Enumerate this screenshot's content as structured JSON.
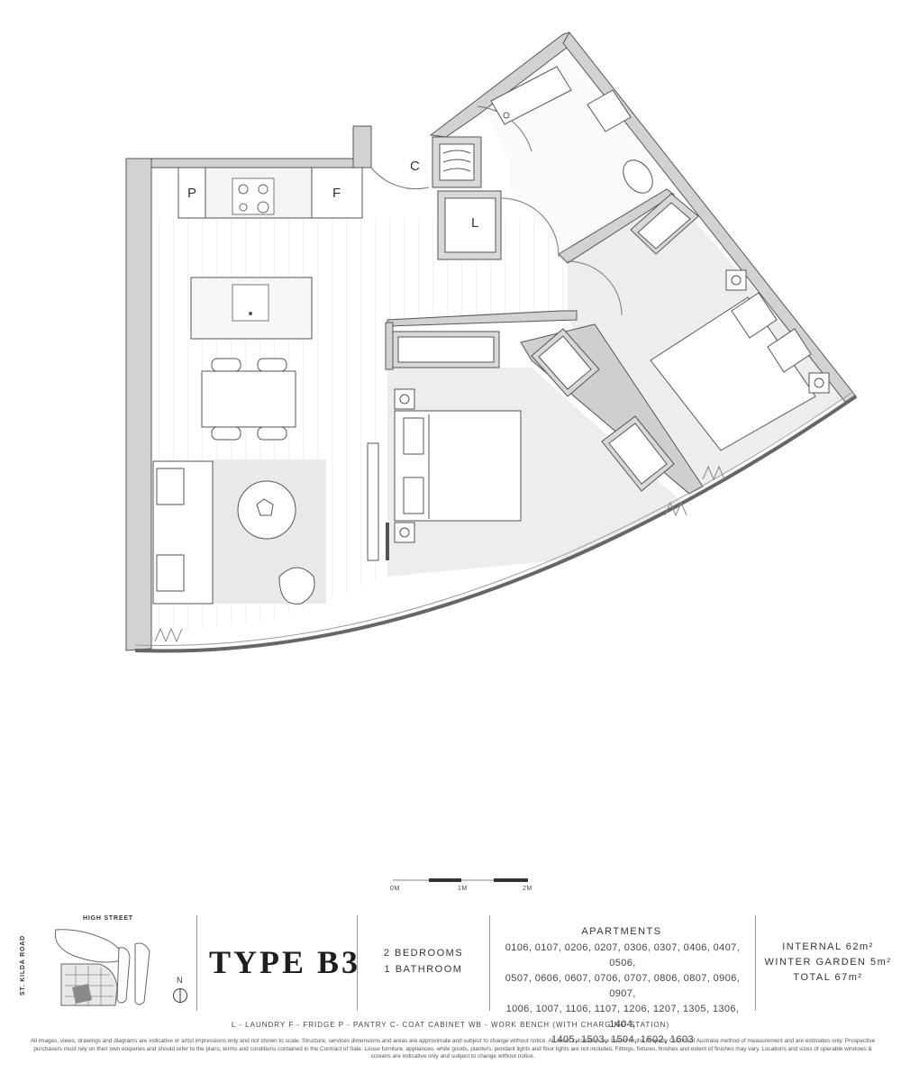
{
  "plan": {
    "labels": {
      "pantry": "P",
      "fridge": "F",
      "coat": "C",
      "laundry": "L"
    }
  },
  "scale": {
    "zero": "0M",
    "one": "1M",
    "two": "2M"
  },
  "locator": {
    "street": "HIGH STREET",
    "road": "ST. KILDA ROAD",
    "north": "N"
  },
  "title": "TYPE B3",
  "beds": {
    "bedrooms": "2 BEDROOMS",
    "bathrooms": "1 BATHROOM"
  },
  "apartments": {
    "heading": "APARTMENTS",
    "lines": [
      "0106, 0107, 0206, 0207, 0306, 0307, 0406, 0407, 0506,",
      "0507, 0606, 0607, 0706, 0707, 0806, 0807, 0906, 0907,",
      "1006, 1007, 1106, 1107, 1206, 1207, 1305, 1306, 1404,",
      "1405, 1503, 1504, 1602, 1603"
    ]
  },
  "areas": {
    "internal": "INTERNAL 62m²",
    "winter_garden": "WINTER GARDEN 5m²",
    "total": "TOTAL 67m²"
  },
  "legend": "L - LAUNDRY    F - FRIDGE    P - PANTRY    C- COAT CABINET    WB - WORK BENCH (WITH CHARGING STATION)",
  "disclaimer": "All images, views, drawings and diagrams are indicative or artist impressions only and not shown to scale. Structure, services dimensions and areas are approximate and subject to change without notice. All areas calculation are based on the Property Council of Australia method of measurement and are estimates only. Prospective purchasers must rely on their own enquiries and should refer to the plans, terms and conditions contained in the Contract of Sale. Loose furniture, appliances, white goods, planters, pendant lights and floor lights are not included. Fittings, fixtures, finishes and extent of finishes may vary. Locations and sizes of operable windows & screens are indicative only and subject to change without notice."
}
